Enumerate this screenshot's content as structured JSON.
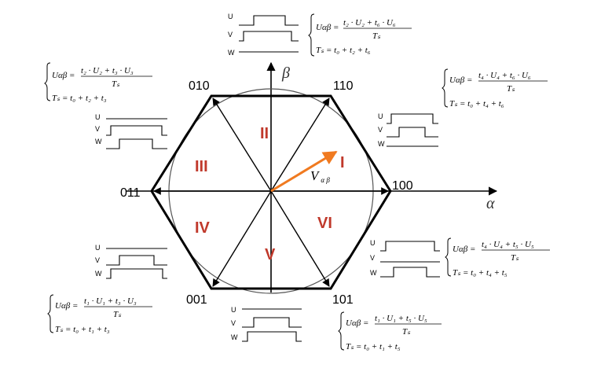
{
  "axes": {
    "alpha": "α",
    "beta": "β"
  },
  "vectors": [
    {
      "id": "100",
      "label": "100"
    },
    {
      "id": "110",
      "label": "110"
    },
    {
      "id": "010",
      "label": "010"
    },
    {
      "id": "011",
      "label": "011"
    },
    {
      "id": "001",
      "label": "001"
    },
    {
      "id": "101",
      "label": "101"
    }
  ],
  "sectors": [
    "I",
    "II",
    "III",
    "IV",
    "V",
    "VI"
  ],
  "reference_vector": {
    "symbol": "V",
    "subscript": "α β"
  },
  "colors": {
    "hexagon": "#000000",
    "circle": "#555555",
    "sector_label": "#c0392b",
    "ref_vector": "#f07a20"
  },
  "waveform_labels": [
    "U",
    "V",
    "W"
  ],
  "equations": {
    "s1": {
      "num": "t₄ · U₄ + t₆ · U₆",
      "den": "Tₛ",
      "time": "Tₛ = t₀ + t₄ + t₆"
    },
    "s2": {
      "num": "t₂ · U₂ + t₆ · U₆",
      "den": "Tₛ",
      "time": "Tₛ = t₀ + t₂ + t₆"
    },
    "s3": {
      "num": "t₂ · U₂ + t₃ · U₃",
      "den": "Tₛ",
      "time": "Tₛ = t₀ + t₂ + t₃"
    },
    "s4": {
      "num": "t₁ · U₁ + t₃ · U₃",
      "den": "Tₛ",
      "time": "Tₛ = t₀ + t₁ + t₃"
    },
    "s5": {
      "num": "t₁ · U₁ + t₅ · U₅",
      "den": "Tₛ",
      "time": "Tₛ = t₀ + t₁ + t₅"
    },
    "s6": {
      "num": "t₄ · U₄ + t₅ · U₅",
      "den": "Tₛ",
      "time": "Tₛ = t₀ + t₄ + t₅"
    },
    "lhs": "Uαβ ="
  }
}
